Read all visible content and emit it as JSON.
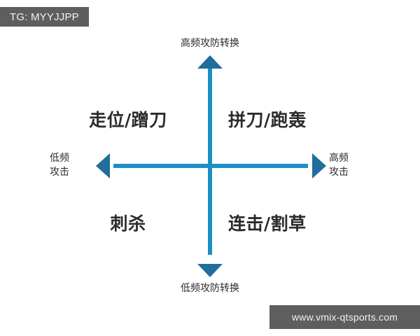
{
  "overlay": {
    "tag_badge": "TG: MYYJJPP",
    "site_badge": "www.vmix-qtsports.com"
  },
  "diagram": {
    "type": "quadrant-chart",
    "axes": {
      "vertical": {
        "top_label": "高频攻防转换",
        "bottom_label": "低频攻防转换"
      },
      "horizontal": {
        "left_label_line1": "低频",
        "left_label_line2": "攻击",
        "right_label_line1": "高频",
        "right_label_line2": "攻击"
      }
    },
    "quadrants": [
      {
        "position": "top-left",
        "label": "走位/蹭刀"
      },
      {
        "position": "top-right",
        "label": "拼刀/跑轰"
      },
      {
        "position": "bottom-left",
        "label": "刺杀"
      },
      {
        "position": "bottom-right",
        "label": "连击/割草"
      }
    ]
  },
  "colors": {
    "axis_shaft": "#1c8fc4",
    "axis_head": "#1f6e9c",
    "text": "#2b2b2b",
    "badge_bg": "#5e5e5e",
    "badge_text": "#f2f2f2",
    "background": "#ffffff"
  }
}
